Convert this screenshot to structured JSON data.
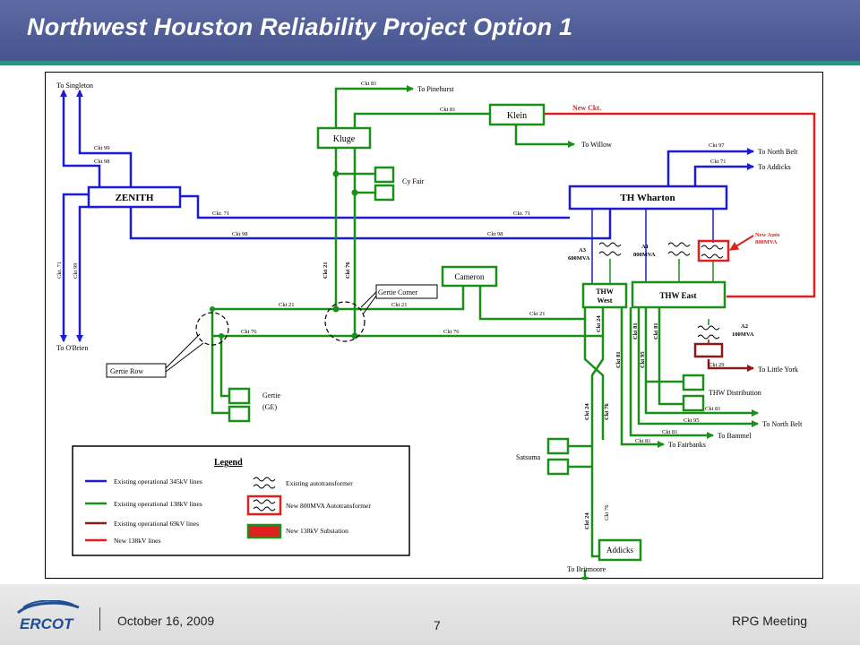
{
  "header": {
    "title": "Northwest Houston Reliability Project Option 1"
  },
  "footer": {
    "logo_text": "ERCOT",
    "date": "October 16, 2009",
    "page_number": "7",
    "meeting": "RPG Meeting"
  },
  "colors": {
    "line_345kv": "#1b1bd6",
    "line_138kv": "#1a8f1a",
    "line_69kv": "#8b1a1a",
    "line_new_138kv": "#e02020",
    "header_bg": "#4f5c98",
    "header_accent": "#2f8f80"
  },
  "diagram": {
    "stations": {
      "zenith": "ZENITH",
      "th_wharton": "TH Wharton",
      "kluge": "Kluge",
      "klein": "Klein",
      "cameron": "Cameron",
      "thw_west_1": "THW",
      "thw_west_2": "West",
      "thw_east": "THW East",
      "addicks": "Addicks"
    },
    "labels": {
      "to_singleton": "To Singleton",
      "to_obrien": "To O'Brien",
      "to_pinehurst": "To Pinehurst",
      "to_willow": "To Willow",
      "to_north_belt_1": "To North Belt",
      "to_addicks": "To Addicks",
      "to_little_york": "To Little York",
      "to_north_belt_2": "To North Belt",
      "to_bammel": "To Bammel",
      "to_fairbanks": "To Fairbanks",
      "to_britmoore": "To Britmoore",
      "cy_fair": "Cy Fair",
      "gertie_1": "Gertie",
      "gertie_2": "(GE)",
      "satsuma": "Satsuma",
      "thw_distribution": "THW Distribution",
      "new_ckt": "New Ckt.",
      "gertie_corner": "Gertie Corner",
      "gertie_row": "Gertie Row",
      "a3_1": "A3",
      "a3_2": "600MVA",
      "a1_1": "A1",
      "a1_2": "800MVA",
      "a2_1": "A2",
      "a2_2": "100MVA",
      "new_auto_1": "New Auto",
      "new_auto_2": "800MVA"
    },
    "circuits": {
      "c81_top": "Ckt 81",
      "c81_klein": "Ckt 81",
      "c99_a": "Ckt 99",
      "c98_a": "Ckt 98",
      "c71_v": "Ckt. 71",
      "c99_v": "Ckt 99",
      "c71_mid_l": "Ckt. 71",
      "c71_mid_r": "Ckt. 71",
      "c98_low_l": "Ckt 98",
      "c98_low_r": "Ckt 98",
      "c21_v": "Ckt 21",
      "c76_v": "Ckt 76",
      "c21_h1": "Ckt 21",
      "c21_h2": "Ckt 21",
      "c21_h3": "Ckt 21",
      "c76_h1": "Ckt 76",
      "c76_h2": "Ckt 76",
      "c97": "Ckt 97",
      "c71_r": "Ckt 71",
      "c24_a": "Ckt 24",
      "c81_va": "Ckt 81",
      "c81_vb": "Ckt 81",
      "c81_vc": "Ckt 81",
      "c95_v": "Ckt 95",
      "c29": "Ckt 29",
      "c81_h1": "Ckt 81",
      "c95_h": "Ckt 95",
      "c81_h2": "Ckt 81",
      "c81_h3": "Ckt 81",
      "c24_b": "Ckt 24",
      "c76_c": "Ckt 76",
      "c24_c": "Ckt 24",
      "c76_d": "Ckt 76"
    },
    "legend": {
      "title": "Legend",
      "items": [
        "Existing operational 345kV lines",
        "Existing operational 138kV lines",
        "Existing operational 69kV lines",
        "New 138kV lines",
        "Existing autotransformer",
        "New 800MVA Autotransformer",
        "New 138kV Substation"
      ]
    }
  }
}
